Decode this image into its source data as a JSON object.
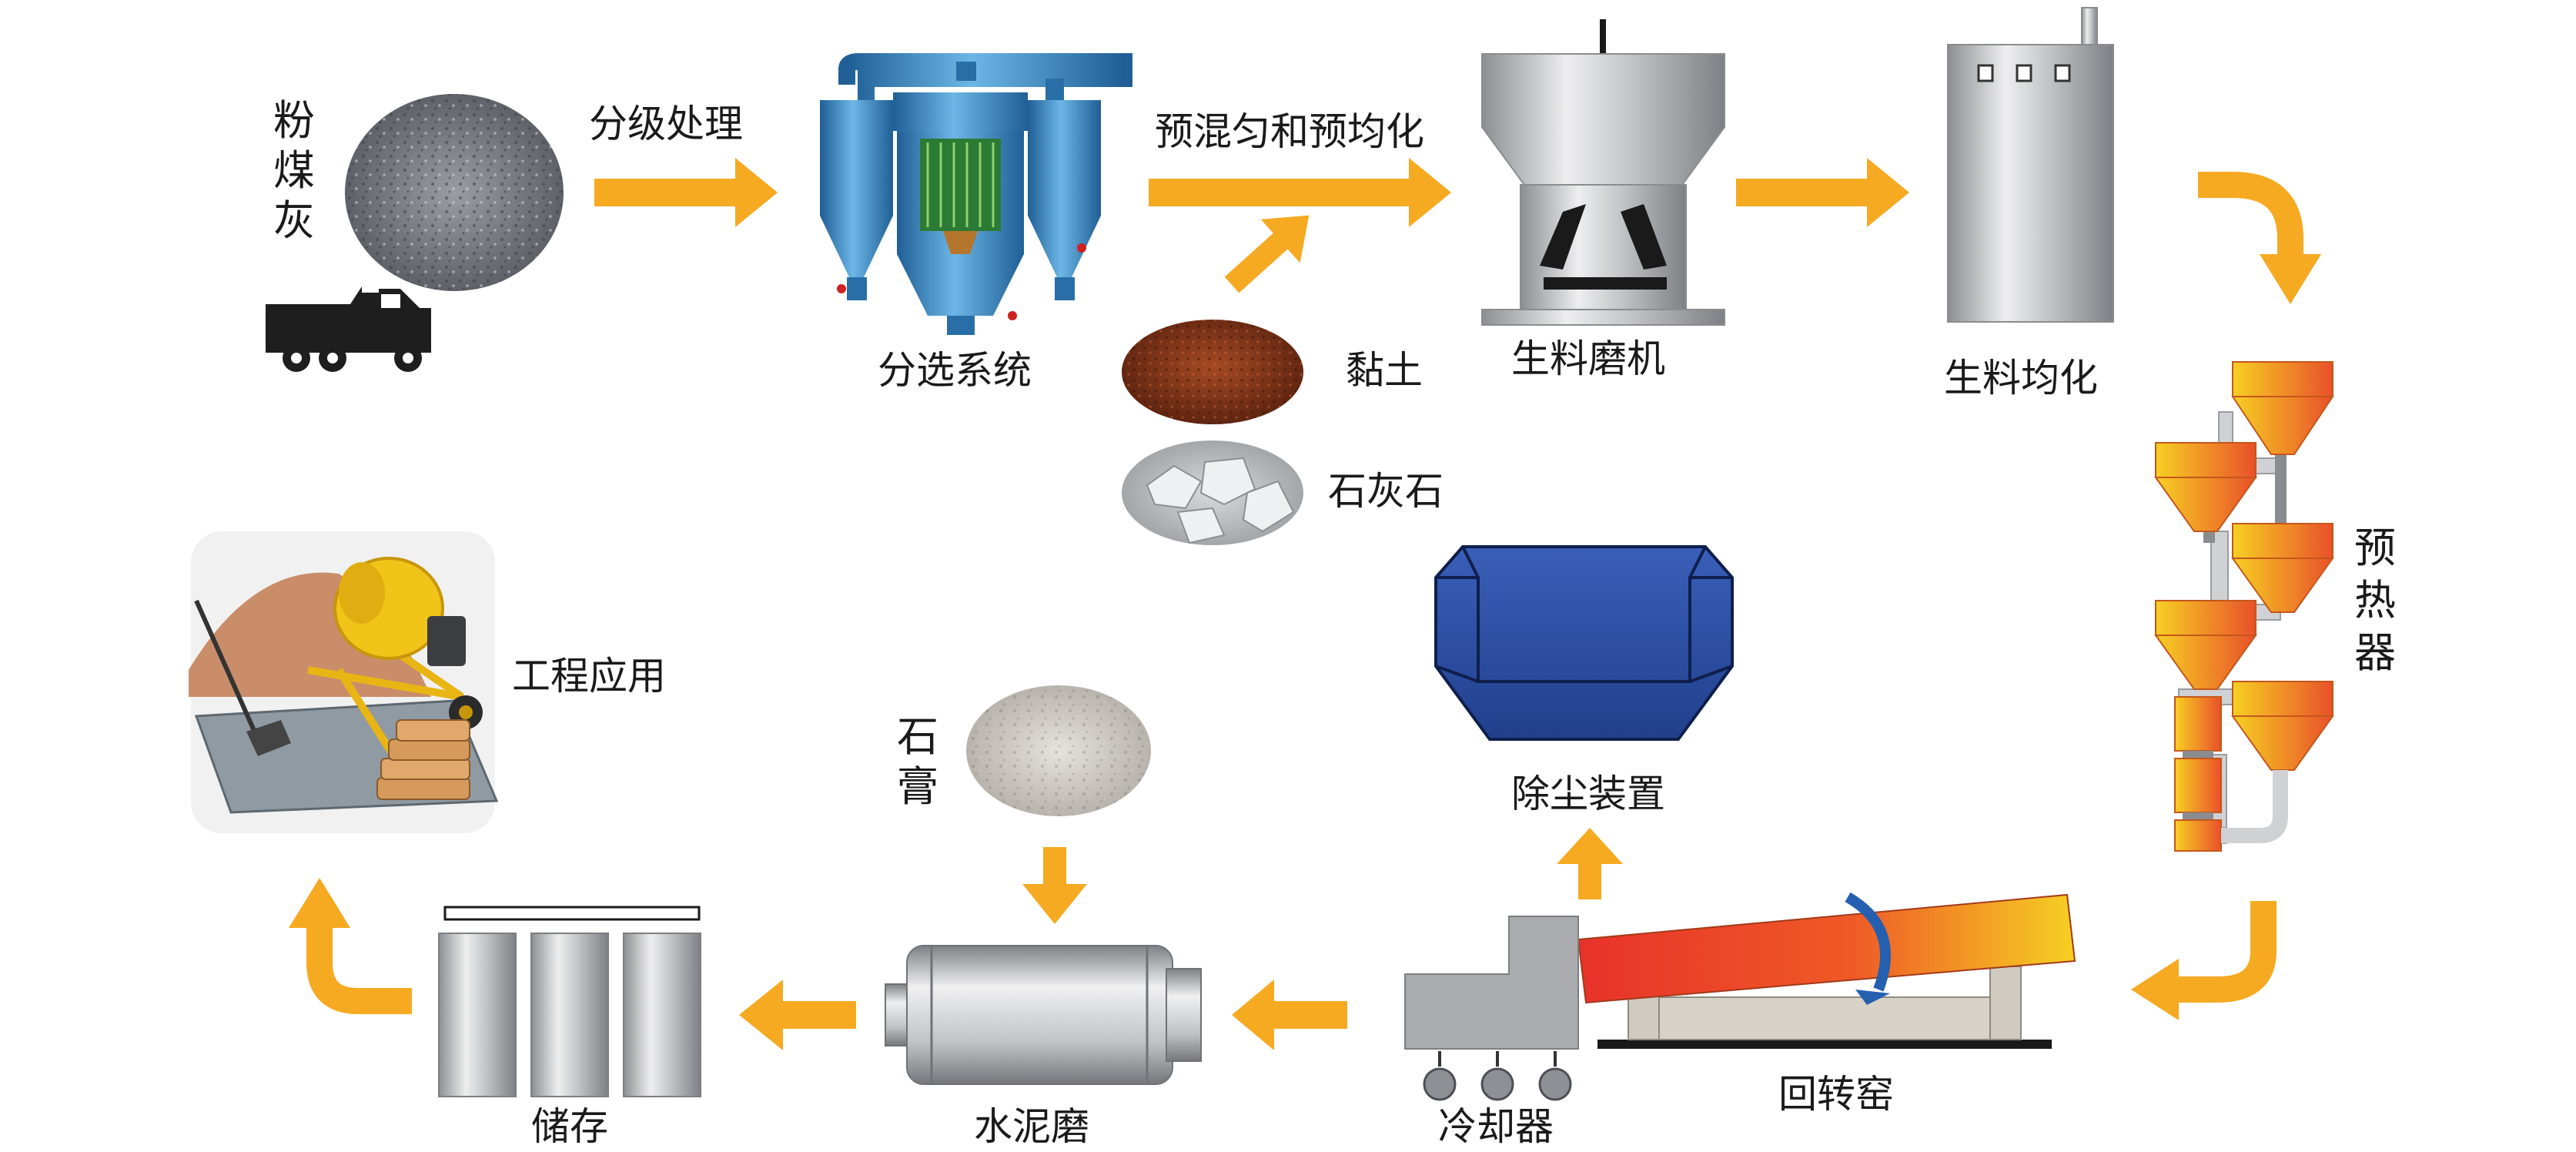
{
  "diagram": {
    "labels": {
      "fly_ash": [
        "粉",
        "煤",
        "灰"
      ],
      "grading": "分级处理",
      "separation": "分选系统",
      "premix": "预混匀和预均化",
      "clay": "黏土",
      "limestone": "石灰石",
      "raw_mill": "生料磨机",
      "homogenization": "生料均化",
      "preheater": [
        "预",
        "热",
        "器"
      ],
      "dust_removal": "除尘装置",
      "kiln": "回转窑",
      "cooler": "冷却器",
      "gypsum": [
        "石",
        "膏"
      ],
      "cement_mill": "水泥磨",
      "storage": "储存",
      "application": "工程应用"
    },
    "colors": {
      "arrow": "#F5AA22",
      "kiln_hot": "#E8322A",
      "kiln_cool": "#F6D023",
      "dust_box": "#2E4FA3",
      "steel": "#B8BABD",
      "preheater_top": "#F6B21D",
      "preheater_bottom": "#E9502A",
      "cyclone_blue": "#3B8FC9",
      "clay": "#8A3A1D",
      "truck": "#1E1E1E"
    }
  }
}
